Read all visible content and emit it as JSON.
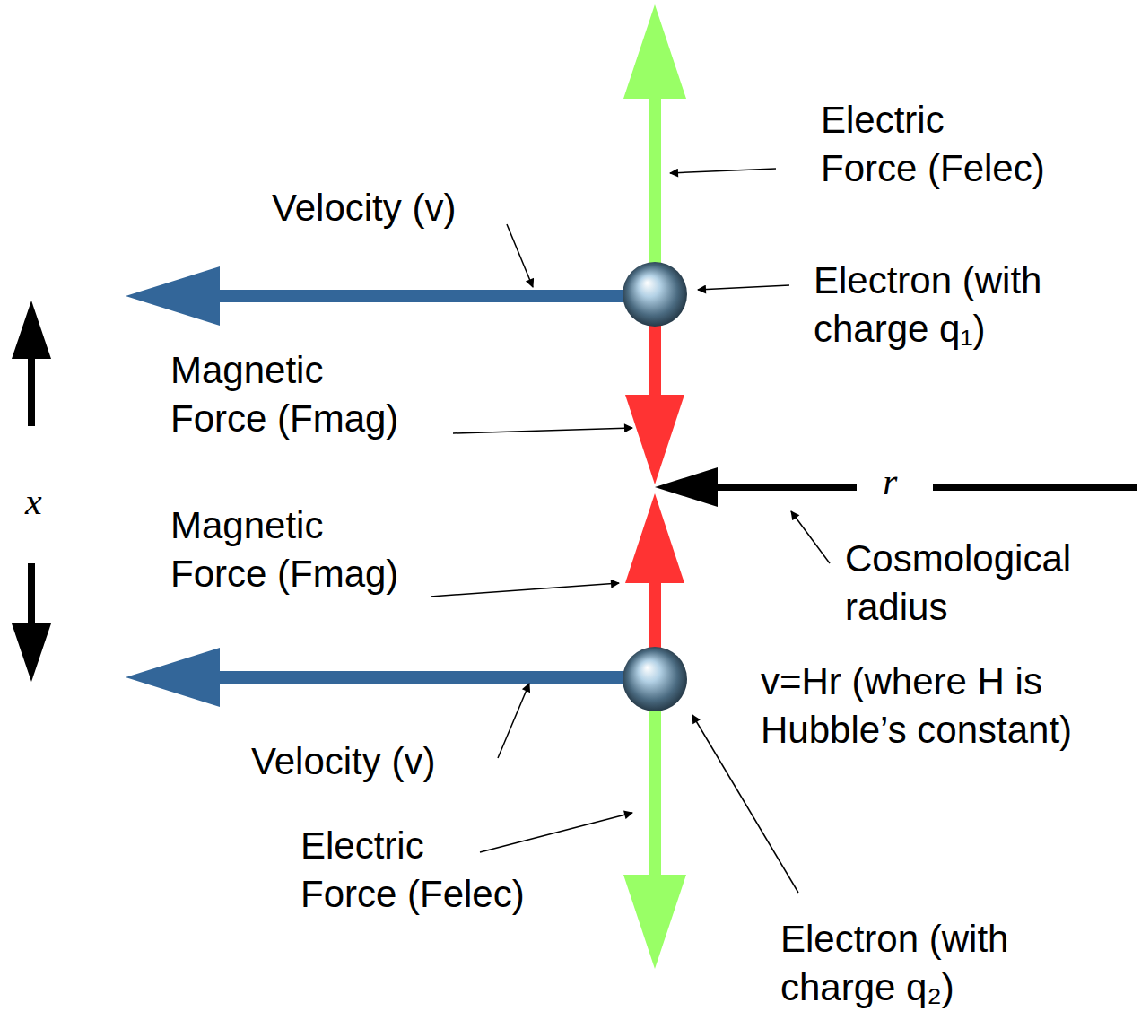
{
  "diagram": {
    "labels": [
      "Electric Force (Felec)",
      "Velocity (v)",
      "Electron (with charge q₁)",
      "Magnetic Force (Fmag)",
      "r",
      "x",
      "Cosmological radius",
      "Magnetic Force (Fmag)",
      "v=Hr (where H is Hubble’s constant)",
      "Velocity (v)",
      "Electric Force (Felec)",
      "Electron (with charge q₂)"
    ]
  }
}
